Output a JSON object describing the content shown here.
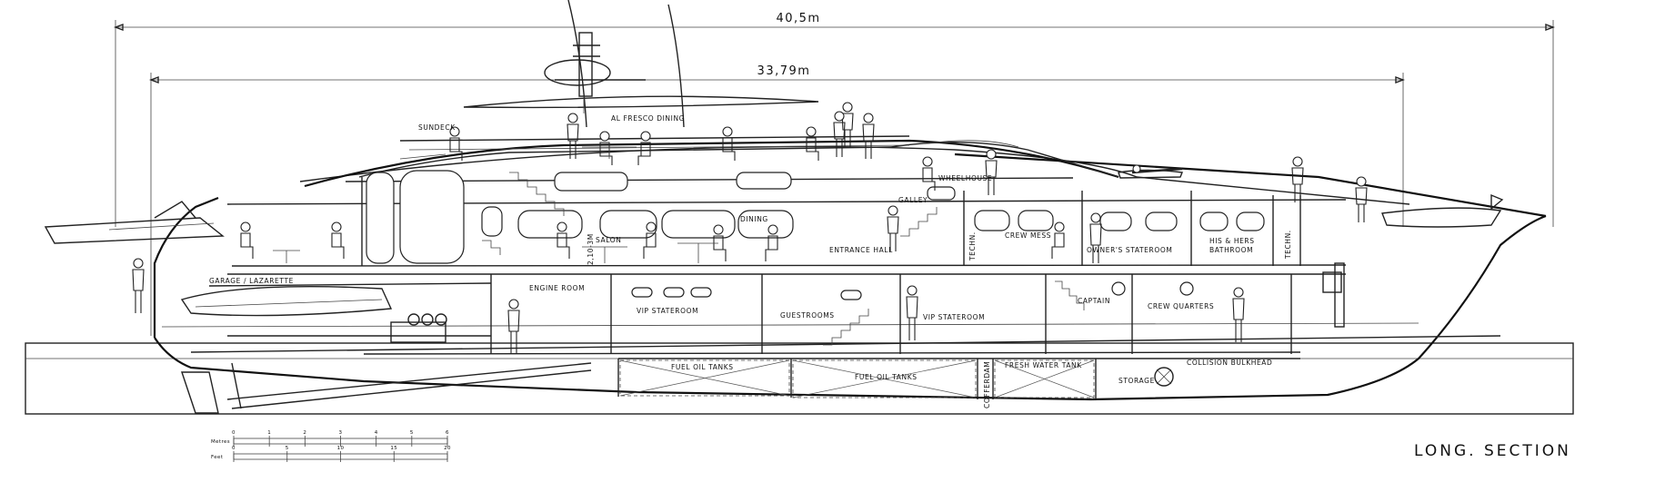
{
  "dimensions": {
    "overall_length": "40,5m",
    "waterline_length": "33,79m"
  },
  "title": "LONG. SECTION",
  "labels": {
    "sundeck": "Sundeck",
    "al_fresco": "Al Fresco Dining",
    "wheelhouse": "Wheelhouse",
    "galley": "Galley",
    "salon": "Salon",
    "dining": "Dining",
    "height": "2,10-3m",
    "entrance": "Entrance Hall",
    "techn1": "Techn.",
    "crew_mess": "Crew Mess",
    "owners": "Owner's Stateroom",
    "his_hers_1": "His & Hers",
    "his_hers_2": "Bathroom",
    "techn2": "Techn.",
    "garage": "Garage / Lazarette",
    "engine": "Engine Room",
    "vip1": "VIP Stateroom",
    "guest": "Guestrooms",
    "vip2": "VIP Stateroom",
    "captain": "Captain",
    "crew_q": "Crew Quarters",
    "fuel1": "Fuel Oil Tanks",
    "fuel2": "Fuel Oil Tanks",
    "cofferdam": "Cofferdam",
    "fresh": "Fresh Water Tank",
    "storage": "Storage",
    "collision": "Collision Bulkhead"
  },
  "scale": {
    "metres_label": "Metres",
    "feet_label": "Feet",
    "metres_ticks": [
      "0",
      "1",
      "2",
      "3",
      "4",
      "5",
      "6"
    ],
    "feet_ticks": [
      "0",
      "5",
      "10",
      "15",
      "20"
    ]
  }
}
